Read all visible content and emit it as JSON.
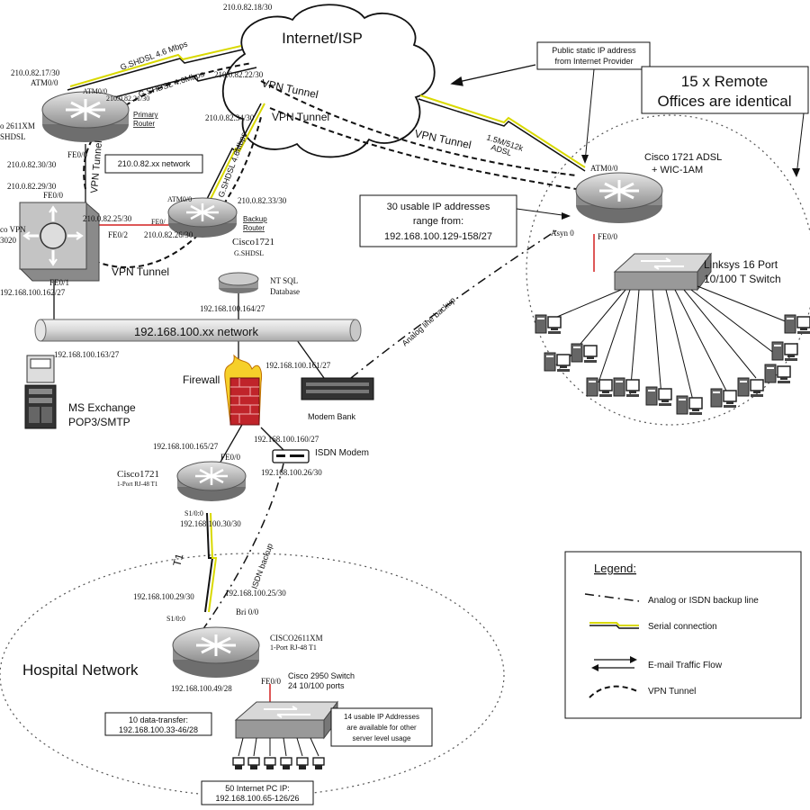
{
  "cloud_label": "Internet/ISP",
  "callouts": {
    "public_ip": [
      "Public static IP address",
      "from Internet Provider"
    ],
    "remote_offices": [
      "15 x Remote",
      "Offices are identical"
    ],
    "usable_ip": [
      "30 usable IP addresses",
      "range from:",
      "192.168.100.129-158/27"
    ],
    "network_210": "210.0.82.xx network",
    "data_transfer": [
      "10 data-transfer:",
      "192.168.100.33-46/28"
    ],
    "usable_14": [
      "14 usable IP Addresses",
      "are available for other",
      "server level usage"
    ],
    "internet_pc": [
      "50 Internet PC IP:",
      "192.168.100.65-126/26"
    ]
  },
  "labels": {
    "addr_top": "210.0.82.18/30",
    "addr_17": "210.0.82.17/30",
    "atm_primary": "ATM0/0",
    "atm_primary_b": "ATM0/0",
    "addr_21": "210.0.82.21/30",
    "gshdsl_1": "G.SHDSL 4.6 Mbps",
    "gshdsl_2": "G.SHDSL 4.6Mbps",
    "addr_22": "210.0.82.22/30",
    "primary_model": [
      "o 2611XM",
      "SHDSL"
    ],
    "primary_router": [
      "Primary",
      "Router"
    ],
    "fe00_primary": "FE0/0",
    "addr_30": "210.0.82.30/30",
    "addr_29": "210.0.82.29/30",
    "fe00_vpn": "FE0/0",
    "vpn_conc": [
      "co VPN",
      "3020"
    ],
    "addr_25": "210.0.82.25/30",
    "fe02": "FE0/2",
    "fe01": "FE0/1",
    "addr_162": "192.168.100.162/27",
    "addr_34": "210.0.82.34/30",
    "gshdsl_3": "G.SHDSL 4.6Mbps",
    "addr_33": "210.0.82.33/30",
    "atm_backup": "ATM0/0",
    "fe0_backup": "FE0/",
    "addr_26": "210.0.82.26/30",
    "backup_router": [
      "Backup",
      "Router"
    ],
    "cisco1721_backup": "Cisco1721",
    "gshdsl_backup": "G.SHDSL",
    "vpn_tunnel_1": "VPN Tunnel",
    "vpn_tunnel_2": "VPN Tunnel",
    "vpn_tunnel_3": "VPN Tunnel",
    "vpn_tunnel_4": "VPN Tunnel",
    "vpn_tunnel_5": "VPN Tunnel",
    "nt_sql": [
      "NT SQL",
      "Database"
    ],
    "addr_164": "192.168.100.164/27",
    "lan_network": "192.168.100.xx network",
    "addr_163": "192.168.100.163/27",
    "addr_161": "192.168.100.161/27",
    "firewall": "Firewall",
    "ms_exchange": [
      "MS Exchange",
      "POP3/SMTP"
    ],
    "modem_bank": "Modem Bank",
    "analog_backup": "Analog line backup",
    "addr_160": "192.168.100.160/27",
    "isdn_modem": "ISDN Modem",
    "addr_165": "192.168.100.165/27",
    "fe00_1721": "FE0/0",
    "cisco1721_mid": [
      "Cisco1721",
      "1-Port RJ-48 T1"
    ],
    "addr_26_30": "192.168.100.26/30",
    "s100": "S1/0:0",
    "addr_30b": "192.168.100.30/30",
    "t1": "T1",
    "isdn_backup": "ISDN backup",
    "addr_29b": "192.168.100.29/30",
    "addr_25b": "192.168.100.25/30",
    "s100b": "S1/0:0",
    "bri": "Bri 0/0",
    "cisco2611": [
      "CISCO2611XM",
      "1-Port RJ-48 T1"
    ],
    "hospital": "Hospital Network",
    "fe00_h": "FE0/0",
    "cisco2950": [
      "Cisco 2950 Switch",
      "24 10/100 ports"
    ],
    "addr_49": "192.168.100.49/28",
    "remote_router": [
      "Cisco 1721 ADSL",
      "+ WIC-1AM"
    ],
    "atm_remote": "ATM0/0",
    "adsl_speed": [
      "1.5M/512k",
      "ADSL"
    ],
    "asyn": "Asyn 0",
    "fe00_remote": "FE0/0",
    "linksys": [
      "Linksys 16 Port",
      "10/100 T Switch"
    ]
  },
  "legend": {
    "title": "Legend:",
    "items": [
      "Analog or ISDN backup line",
      "Serial connection",
      "E-mail Traffic Flow",
      "VPN Tunnel"
    ]
  },
  "colors": {
    "line": "#111111",
    "serial": "#d9d900",
    "device": "#b8b8b8",
    "device_dark": "#7a7a7a",
    "lan_red": "#d22020",
    "firewall": "#c0242a",
    "lan_pipe": "#cccccc"
  }
}
